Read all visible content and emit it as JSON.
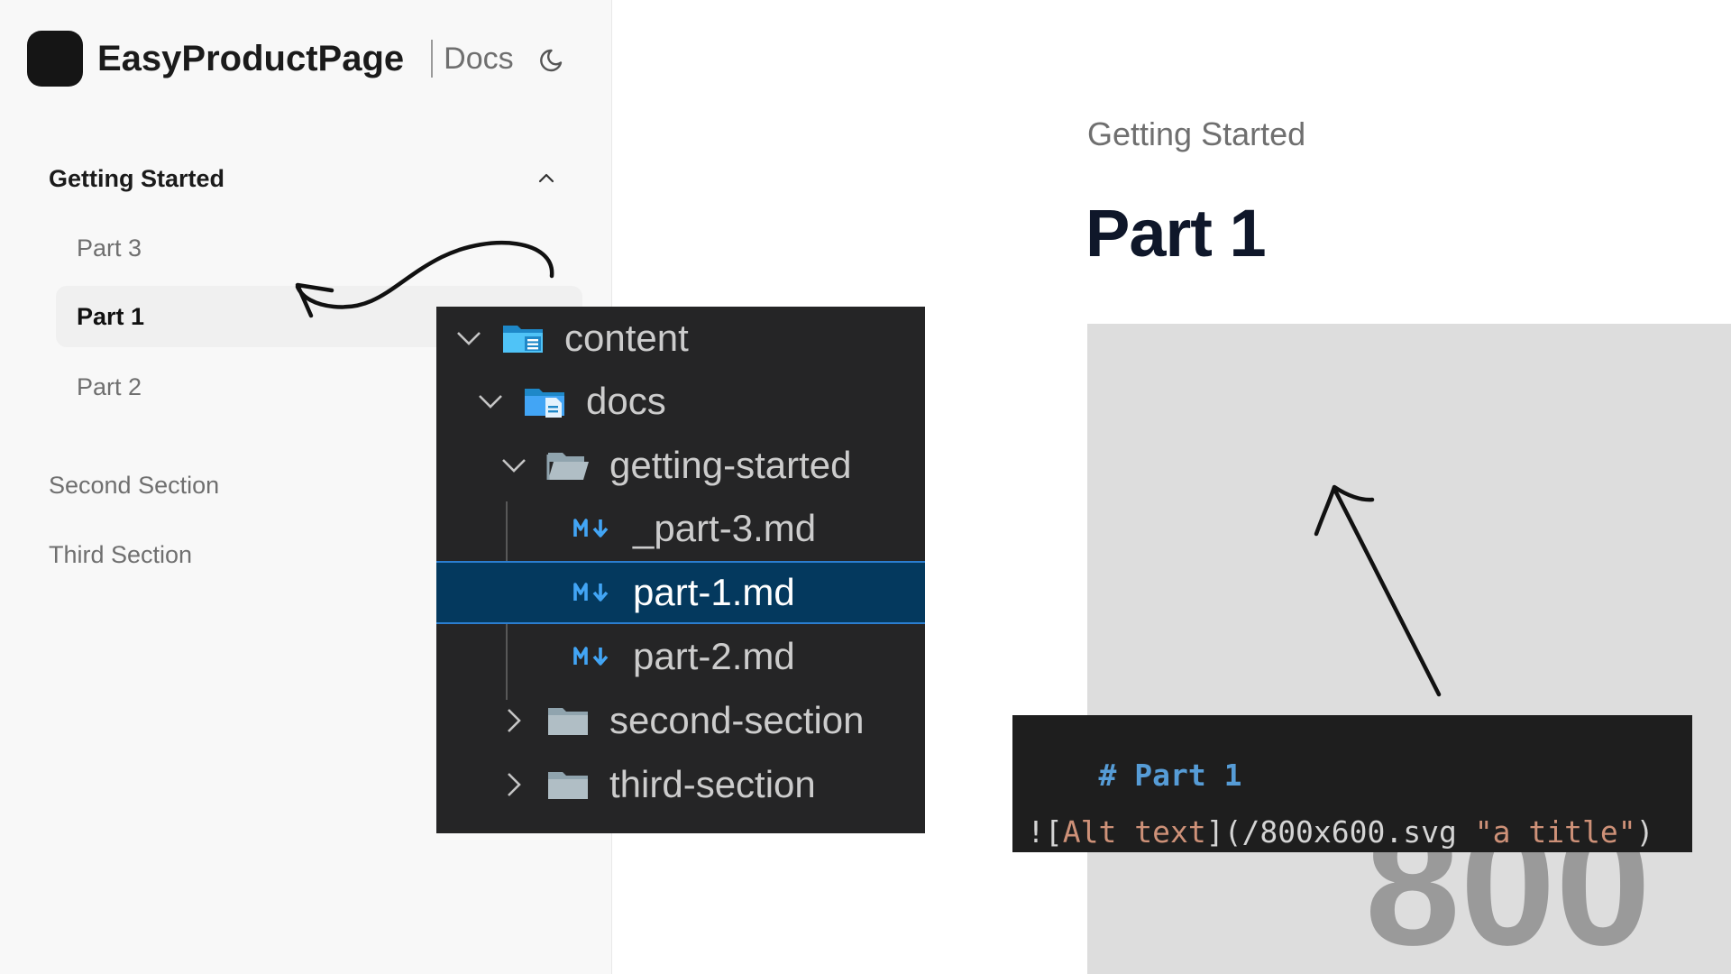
{
  "brand": {
    "title": "EasyProductPage",
    "docs_label": "Docs"
  },
  "icons": {
    "logo": "app-logo",
    "theme": "moon-icon",
    "collapse": "chevron-up-icon",
    "folder_expanded": "chevron-down-icon",
    "folder_collapsed": "chevron-right-icon",
    "markdown": "markdown-icon"
  },
  "sidebar": {
    "group_title": "Getting Started",
    "items": [
      {
        "label": "Part 3"
      },
      {
        "label": "Part 1"
      },
      {
        "label": "Part 2"
      }
    ],
    "sections": [
      {
        "label": "Second Section"
      },
      {
        "label": "Third Section"
      }
    ]
  },
  "main": {
    "breadcrumb": "Getting Started",
    "title": "Part 1",
    "image_placeholder_text": "800"
  },
  "file_tree": [
    {
      "name": "content"
    },
    {
      "name": "docs"
    },
    {
      "name": "getting-started"
    },
    {
      "name": "_part-3.md"
    },
    {
      "name": "part-1.md"
    },
    {
      "name": "part-2.md"
    },
    {
      "name": "second-section"
    },
    {
      "name": "third-section"
    }
  ],
  "code_snippet": {
    "line1_hash": "#",
    "line1_text": "Part 1",
    "line2": {
      "bang_bracket": "![",
      "alt": "Alt text",
      "bracket_paren": "](",
      "path": "/800x600.svg",
      "title": "\"a title\"",
      "close": ")"
    }
  },
  "colors": {
    "sidebar_bg": "#f8f8f8",
    "tree_bg": "#252526",
    "tree_selected": "#04395e",
    "code_keyword": "#569cd6",
    "code_string": "#ce9178",
    "placeholder_bg": "#dddddd"
  }
}
